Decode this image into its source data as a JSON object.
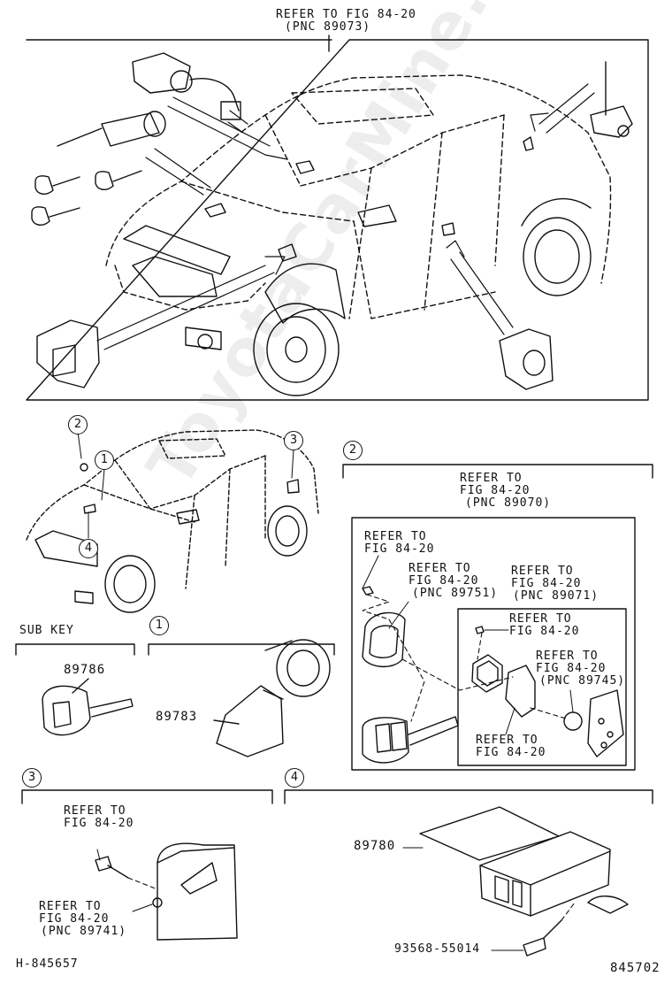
{
  "top_section": {
    "refer": "REFER TO FIG 84-20",
    "refer_pnc": "(PNC 89073)"
  },
  "callouts": {
    "n1": "1",
    "n2": "2",
    "n3": "3",
    "n4": "4"
  },
  "panel_sub_key": {
    "title": "SUB KEY",
    "part_no": "89786"
  },
  "panel_1": {
    "number": "1",
    "part_no": "89783"
  },
  "panel_2": {
    "number": "2",
    "refer_outer_1": "REFER TO",
    "refer_outer_2": "FIG 84-20",
    "refer_outer_3": "(PNC 89070)",
    "refer_a_1": "REFER TO",
    "refer_a_2": "FIG 84-20",
    "refer_b_1": "REFER TO",
    "refer_b_2": "FIG 84-20",
    "refer_b_3": "(PNC 89751)",
    "refer_c_1": "REFER TO",
    "refer_c_2": "FIG 84-20",
    "refer_c_3": "(PNC 89071)",
    "refer_d_1": "REFER TO",
    "refer_d_2": "FIG 84-20",
    "refer_e_1": "REFER TO",
    "refer_e_2": "FIG 84-20",
    "refer_e_3": "(PNC 89745)",
    "refer_f_1": "REFER TO",
    "refer_f_2": "FIG 84-20"
  },
  "panel_3": {
    "number": "3",
    "refer_a_1": "REFER TO",
    "refer_a_2": "FIG 84-20",
    "refer_b_1": "REFER TO",
    "refer_b_2": "FIG 84-20",
    "refer_b_3": "(PNC 89741)"
  },
  "panel_4": {
    "number": "4",
    "part_no_1": "89780",
    "part_no_2": "93568-55014"
  },
  "footer": {
    "left_code": "H-845657",
    "right_code": "845702"
  },
  "watermark": "ToyotaCarMine.ru"
}
